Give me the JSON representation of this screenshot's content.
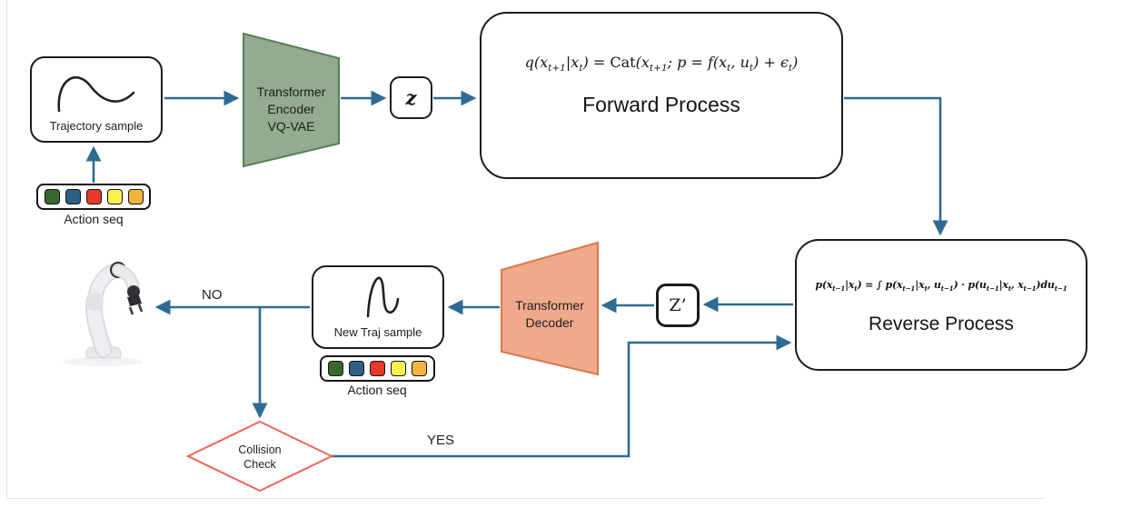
{
  "colors": {
    "arrow": "#2e6b93",
    "node_border": "#1c1c1c",
    "encoder_fill": "#93ab8f",
    "encoder_border": "#567f5b",
    "decoder_fill": "#f1a98c",
    "decoder_border": "#d6794b",
    "collision_border": "#ef6458",
    "action_seq": [
      "#39682f",
      "#2c6085",
      "#e8392b",
      "#f9f14f",
      "#f1b43c"
    ]
  },
  "nodes": {
    "trajectory_sample": {
      "label": "Trajectory sample"
    },
    "action_seq_top": {
      "label": "Action seq"
    },
    "encoder": {
      "label_lines": [
        "Transformer",
        "Encoder",
        "VQ-VAE"
      ]
    },
    "z": {
      "label": "z"
    },
    "forward": {
      "title": "Forward Process",
      "equation": [
        {
          "t": "q(x"
        },
        {
          "s": "t+1"
        },
        {
          "t": "|x"
        },
        {
          "s": "t"
        },
        {
          "t": ") = "
        },
        {
          "r": "Cat"
        },
        {
          "t": "(x"
        },
        {
          "s": "t+1"
        },
        {
          "t": "; p = f(x"
        },
        {
          "s": "t"
        },
        {
          "t": ", u"
        },
        {
          "s": "t"
        },
        {
          "t": ") + ϵ"
        },
        {
          "s": "t"
        },
        {
          "t": ")"
        }
      ]
    },
    "reverse": {
      "title": "Reverse Process",
      "equation": [
        {
          "t": "p(x"
        },
        {
          "s": "t−1"
        },
        {
          "t": "|x"
        },
        {
          "s": "t"
        },
        {
          "t": ") = "
        },
        {
          "r": "∫"
        },
        {
          "t": " p(x"
        },
        {
          "s": "t−1"
        },
        {
          "t": "|x"
        },
        {
          "s": "t"
        },
        {
          "t": ", u"
        },
        {
          "s": "t−1"
        },
        {
          "t": ") · p(u"
        },
        {
          "s": "t−1"
        },
        {
          "t": "|x"
        },
        {
          "s": "t"
        },
        {
          "t": ", x"
        },
        {
          "s": "t−1"
        },
        {
          "t": ")du"
        },
        {
          "s": "t−1"
        }
      ]
    },
    "z_prime": {
      "label": "Z’"
    },
    "decoder": {
      "label_lines": [
        "Transformer",
        "Decoder"
      ]
    },
    "new_traj_sample": {
      "label": "New Traj sample"
    },
    "action_seq_bottom": {
      "label": "Action seq"
    },
    "collision_check": {
      "label_lines": [
        "Collision",
        "Check"
      ]
    }
  },
  "edges": {
    "no_label": "NO",
    "yes_label": "YES"
  }
}
